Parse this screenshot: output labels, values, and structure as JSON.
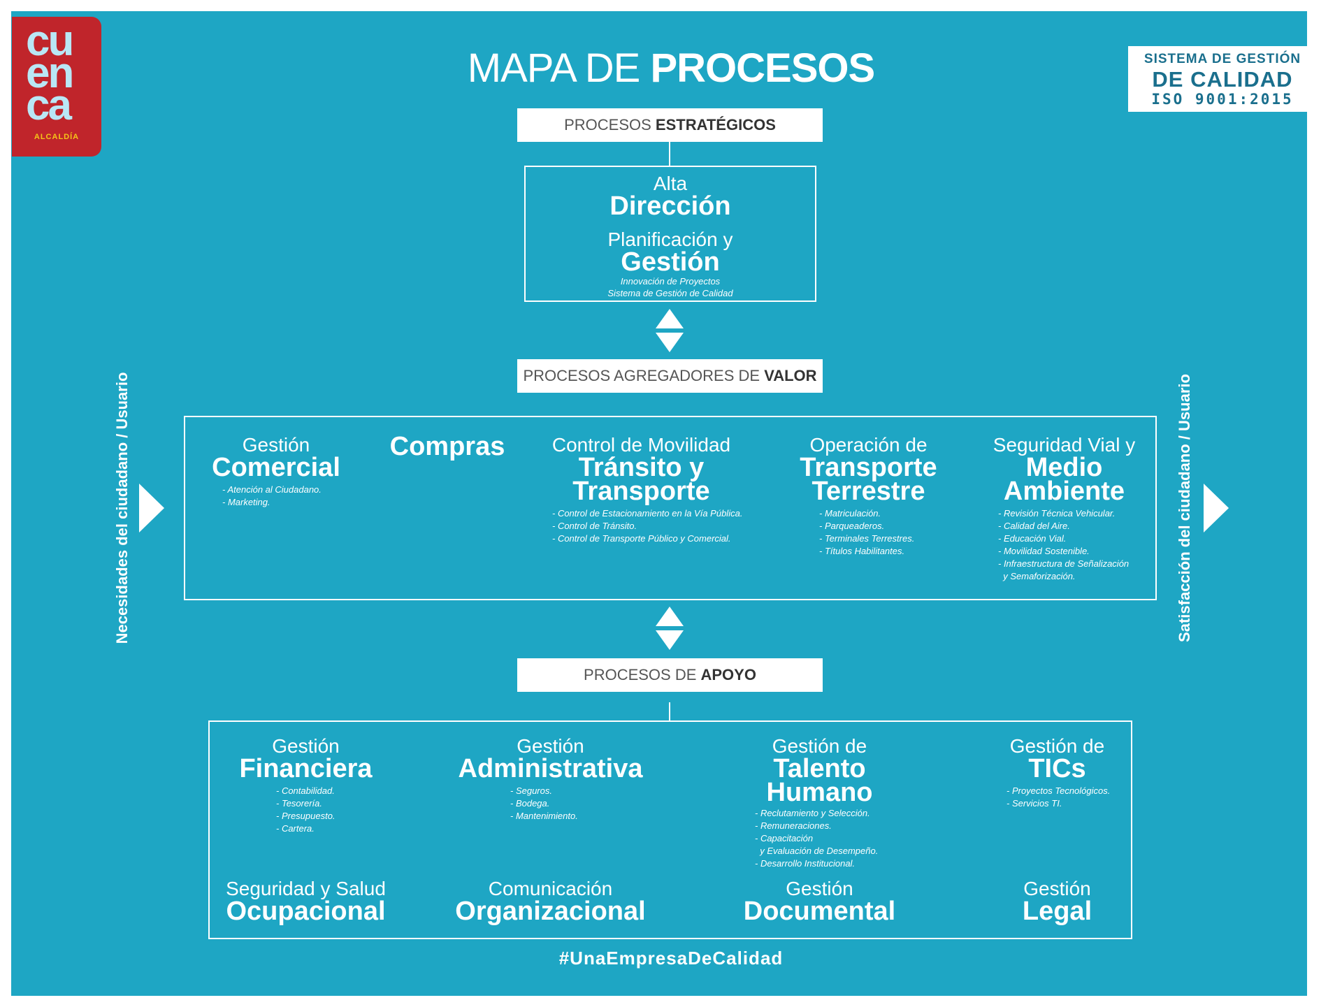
{
  "logo": {
    "letters": [
      "cu",
      "en",
      "ca"
    ],
    "subtitle": "ALCALDÍA"
  },
  "iso_badge": {
    "line1": "SISTEMA DE GESTIÓN",
    "line2": "DE CALIDAD",
    "line3": "ISO 9001:2015"
  },
  "title": {
    "light": "MAPA DE ",
    "bold": "PROCESOS"
  },
  "strategic": {
    "header_light": "PROCESOS ",
    "header_bold": "ESTRATÉGICOS",
    "alta_small": "Alta",
    "alta_big": "Dirección",
    "plan_small": "Planificación y",
    "plan_big": "Gestión",
    "plan_list": [
      "Innovación de Proyectos",
      "Sistema de Gestión de Calidad"
    ]
  },
  "value": {
    "header_light": "PROCESOS AGREGADORES DE ",
    "header_bold": "VALOR",
    "items": [
      {
        "small": "Gestión",
        "big": "Comercial",
        "list": "- Atención al Ciudadano.\n- Marketing."
      },
      {
        "small": "",
        "big": "Compras",
        "list": ""
      },
      {
        "small": "Control de Movilidad",
        "big": "Tránsito y\nTransporte",
        "list": "- Control de Estacionamiento en la Vía Pública.\n- Control de Tránsito.\n- Control de Transporte Público y Comercial."
      },
      {
        "small": "Operación de",
        "big": "Transporte\nTerrestre",
        "list": "- Matriculación.\n- Parqueaderos.\n- Terminales Terrestres.\n- Títulos Habilitantes."
      },
      {
        "small": "Seguridad Vial y",
        "big": "Medio\nAmbiente",
        "list": "- Revisión Técnica Vehicular.\n- Calidad del Aire.\n- Educación Vial.\n- Movilidad Sostenible.\n- Infraestructura de Señalización\n  y Semaforización."
      }
    ]
  },
  "support": {
    "header_light": "PROCESOS DE ",
    "header_bold": "APOYO",
    "row1": [
      {
        "small": "Gestión",
        "big": "Financiera",
        "list": "- Contabilidad.\n- Tesorería.\n- Presupuesto.\n- Cartera."
      },
      {
        "small": "Gestión",
        "big": "Administrativa",
        "list": "- Seguros.\n- Bodega.\n- Mantenimiento."
      },
      {
        "small": "Gestión de",
        "big": "Talento\nHumano",
        "list": "- Reclutamiento y Selección.\n- Remuneraciones.\n- Capacitación\n  y Evaluación de Desempeño.\n- Desarrollo Institucional."
      },
      {
        "small": "Gestión de",
        "big": "TICs",
        "list": "- Proyectos Tecnológicos.\n- Servicios TI."
      }
    ],
    "row2": [
      {
        "small": "Seguridad y Salud",
        "big": "Ocupacional"
      },
      {
        "small": "Comunicación",
        "big": "Organizacional"
      },
      {
        "small": "Gestión",
        "big": "Documental"
      },
      {
        "small": "Gestión",
        "big": "Legal"
      }
    ]
  },
  "left_label": "Necesidades del ciudadano / Usuario",
  "right_label": "Satisfacción del ciudadano / Usuario",
  "hashtag": "#UnaEmpresaDeCalidad",
  "colors": {
    "background": "#1ea6c4",
    "logo_red": "#c0252b",
    "logo_text": "#b9e7f5",
    "logo_yellow": "#f4c518",
    "badge_text": "#1a6f8d"
  }
}
